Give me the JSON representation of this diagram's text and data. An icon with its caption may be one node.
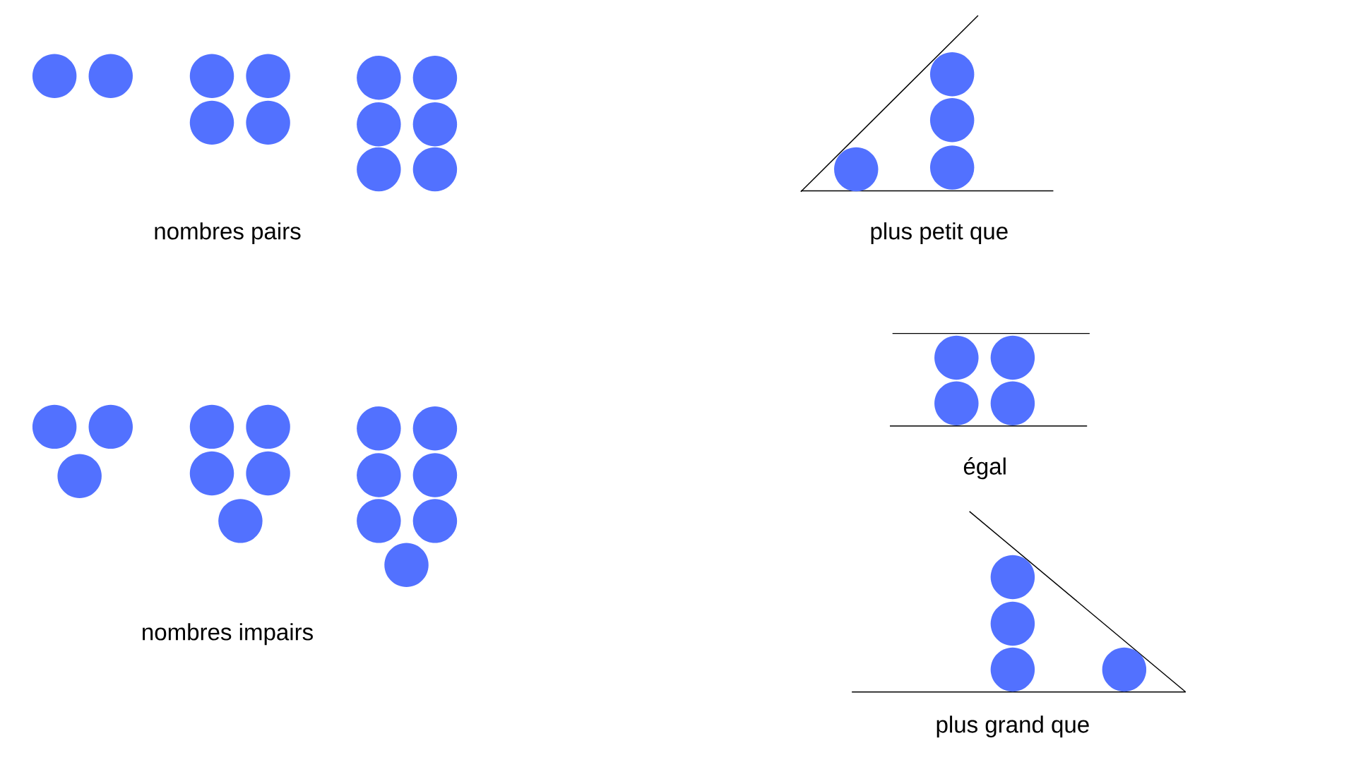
{
  "diagram": {
    "labels": [
      "nombres pairs",
      "plus petit que",
      "égal",
      "nombres impairs",
      "plus grand que"
    ]
  }
}
